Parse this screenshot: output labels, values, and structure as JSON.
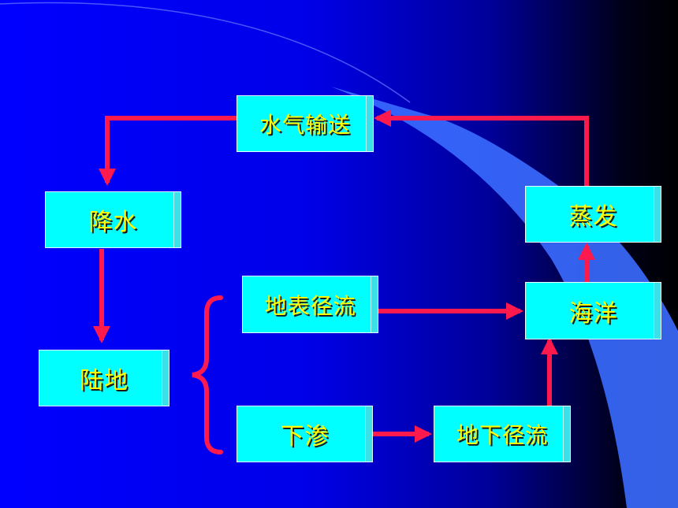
{
  "diagram": {
    "nodes": {
      "vapor_transport": "水气输送",
      "precipitation": "降水",
      "evaporation": "蒸发",
      "land": "陆地",
      "surface_runoff": "地表径流",
      "ocean": "海洋",
      "infiltration": "下渗",
      "groundwater_runoff": "地下径流"
    },
    "edges": [
      {
        "from": "vapor_transport",
        "to": "precipitation"
      },
      {
        "from": "precipitation",
        "to": "land"
      },
      {
        "from": "surface_runoff",
        "to": "ocean"
      },
      {
        "from": "infiltration",
        "to": "groundwater_runoff"
      },
      {
        "from": "groundwater_runoff",
        "to": "ocean"
      },
      {
        "from": "ocean",
        "to": "evaporation"
      },
      {
        "from": "evaporation",
        "to": "vapor_transport"
      }
    ]
  },
  "colors": {
    "box_fill": "#00ffff",
    "label_text": "#ffff00",
    "arrow": "#ff1a4e",
    "background_start": "#0000ff",
    "background_end": "#000000",
    "decor_curve": "#3a6cff"
  }
}
